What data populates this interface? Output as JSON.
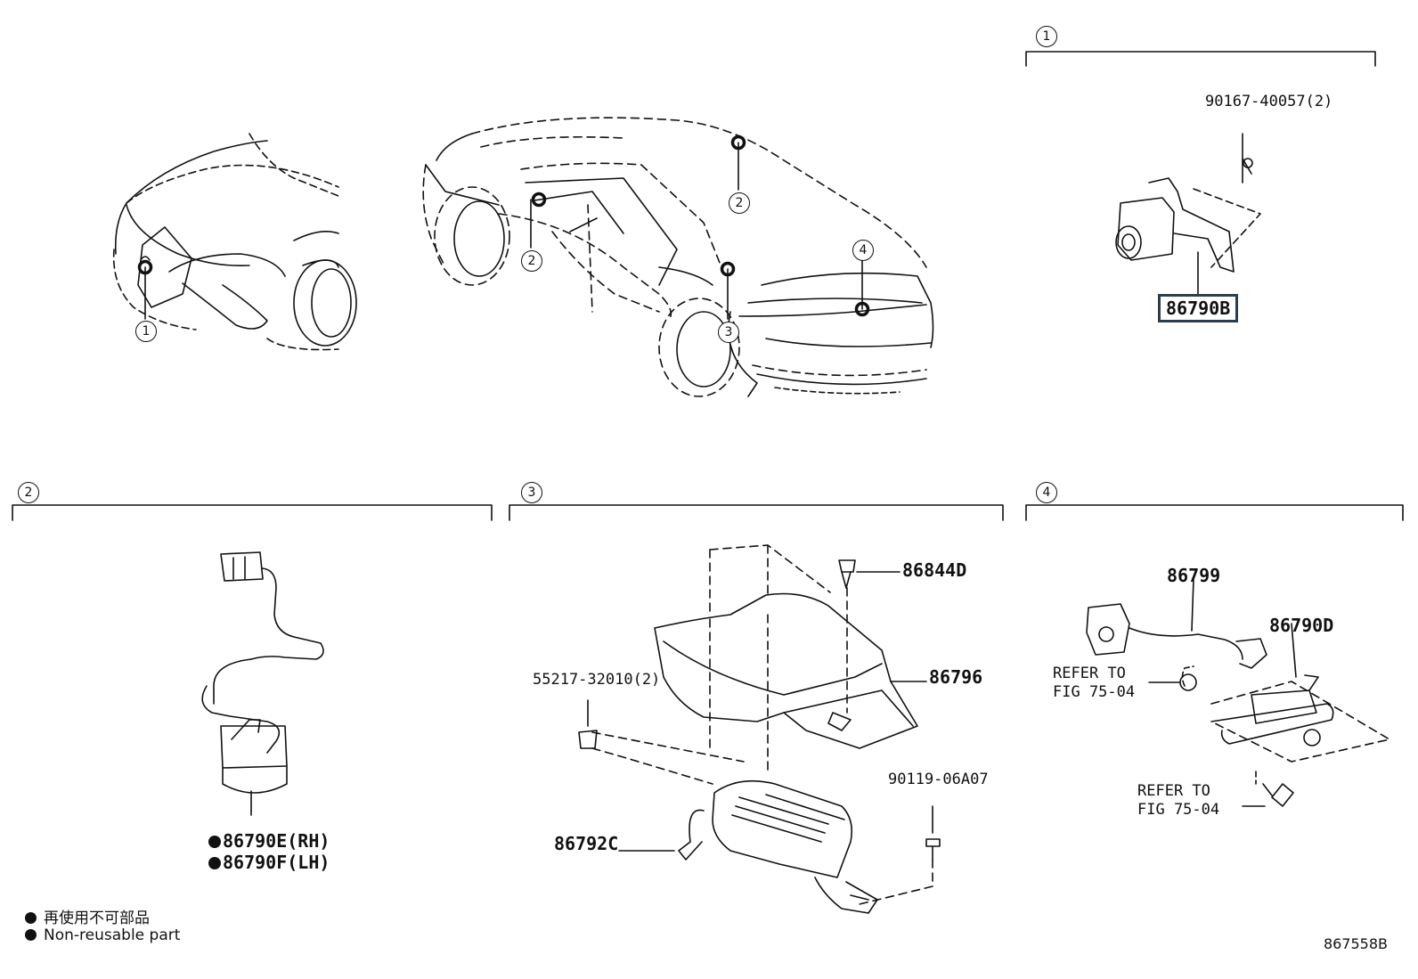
{
  "sections": [
    {
      "id": "1",
      "marker": "1"
    },
    {
      "id": "2",
      "marker": "2"
    },
    {
      "id": "3",
      "marker": "3"
    },
    {
      "id": "4",
      "marker": "4"
    }
  ],
  "car_markers": [
    "1",
    "2",
    "2",
    "3",
    "4"
  ],
  "section1": {
    "bolt": "90167-40057(2)",
    "camera": "86790B"
  },
  "section2": {
    "camera_rh": "86790E(RH)",
    "camera_lh": "86790F(LH)"
  },
  "section3": {
    "clip": "86844D",
    "cover": "86796",
    "nut": "55217-32010(2)",
    "ecu": "86792C",
    "bolt": "90119-06A07"
  },
  "section4": {
    "harness": "86799",
    "camera": "86790D",
    "refer1": "REFER TO\nFIG 75-04",
    "refer2": "REFER TO\nFIG 75-04"
  },
  "legend": {
    "line1": "再使用不可部品",
    "line2": "Non-reusable part"
  },
  "figure_number": "867558B"
}
